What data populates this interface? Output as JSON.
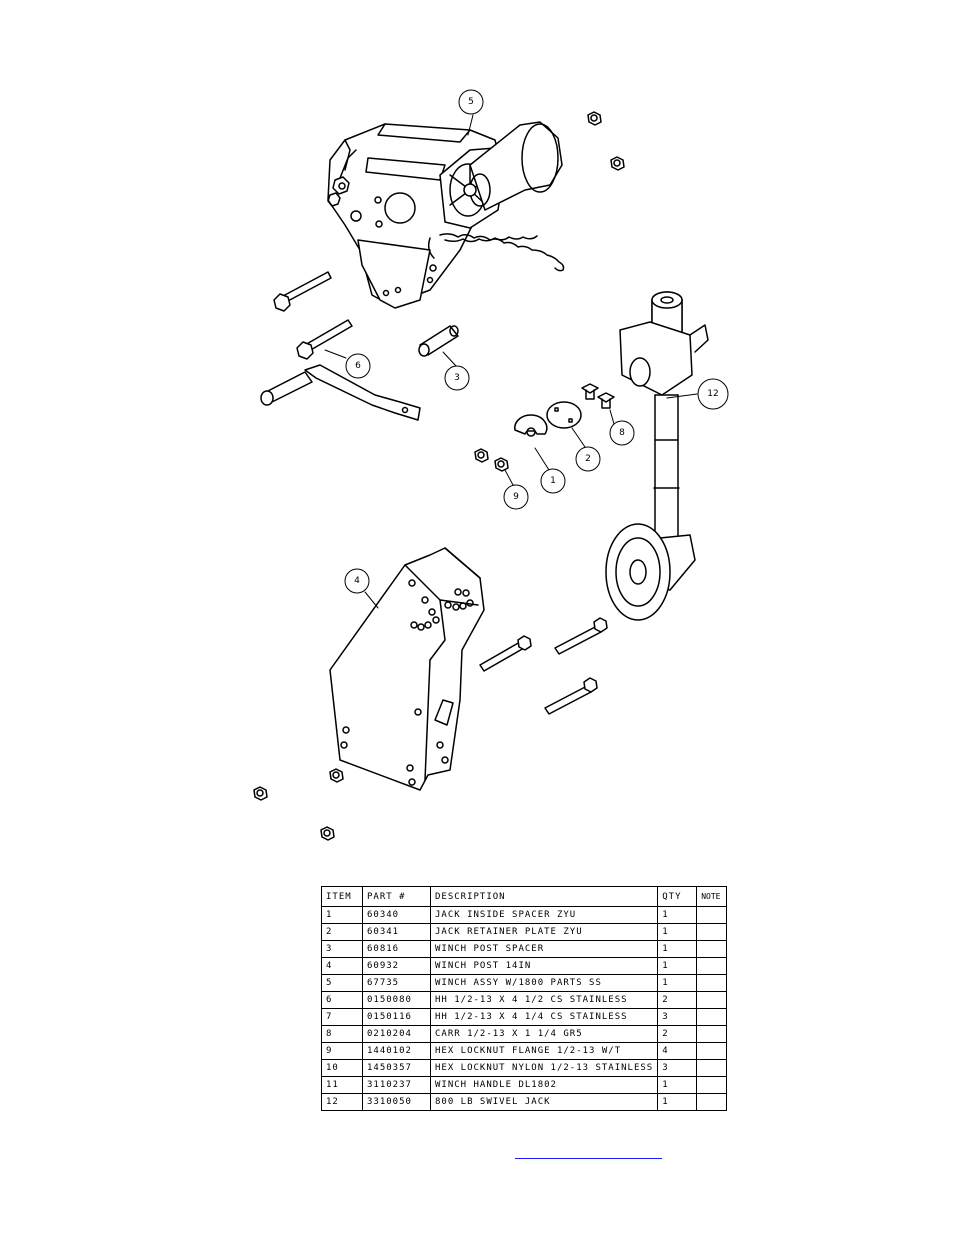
{
  "callouts": [
    "5",
    "6",
    "3",
    "12",
    "8",
    "2",
    "1",
    "9",
    "4"
  ],
  "table": {
    "headers": {
      "item": "ITEM",
      "part": "PART #",
      "description": "DESCRIPTION",
      "qty": "QTY",
      "note": "NOTE"
    },
    "rows": [
      {
        "item": "1",
        "part": "60340",
        "description": "JACK INSIDE SPACER ZYU",
        "qty": "1",
        "note": ""
      },
      {
        "item": "2",
        "part": "60341",
        "description": "JACK RETAINER PLATE ZYU",
        "qty": "1",
        "note": ""
      },
      {
        "item": "3",
        "part": "60816",
        "description": "WINCH POST SPACER",
        "qty": "1",
        "note": ""
      },
      {
        "item": "4",
        "part": "60932",
        "description": "WINCH POST   14IN",
        "qty": "1",
        "note": ""
      },
      {
        "item": "5",
        "part": "67735",
        "description": "WINCH ASSY W/1800 PARTS  SS",
        "qty": "1",
        "note": ""
      },
      {
        "item": "6",
        "part": "0150080",
        "description": "HH 1/2-13 X 4 1/2 CS STAINLESS",
        "qty": "2",
        "note": ""
      },
      {
        "item": "7",
        "part": "0150116",
        "description": "HH 1/2-13 X 4 1/4 CS STAINLESS",
        "qty": "3",
        "note": ""
      },
      {
        "item": "8",
        "part": "0210204",
        "description": "CARR 1/2-13 X 1 1/4 GR5",
        "qty": "2",
        "note": ""
      },
      {
        "item": "9",
        "part": "1440102",
        "description": "HEX LOCKNUT FLANGE 1/2-13 W/T",
        "qty": "4",
        "note": ""
      },
      {
        "item": "10",
        "part": "1450357",
        "description": "HEX LOCKNUT NYLON 1/2-13 STAINLESS",
        "qty": "3",
        "note": ""
      },
      {
        "item": "11",
        "part": "3110237",
        "description": "WINCH HANDLE  DL1802",
        "qty": "1",
        "note": ""
      },
      {
        "item": "12",
        "part": "3310050",
        "description": "800 LB SWIVEL JACK",
        "qty": "1",
        "note": ""
      }
    ]
  }
}
